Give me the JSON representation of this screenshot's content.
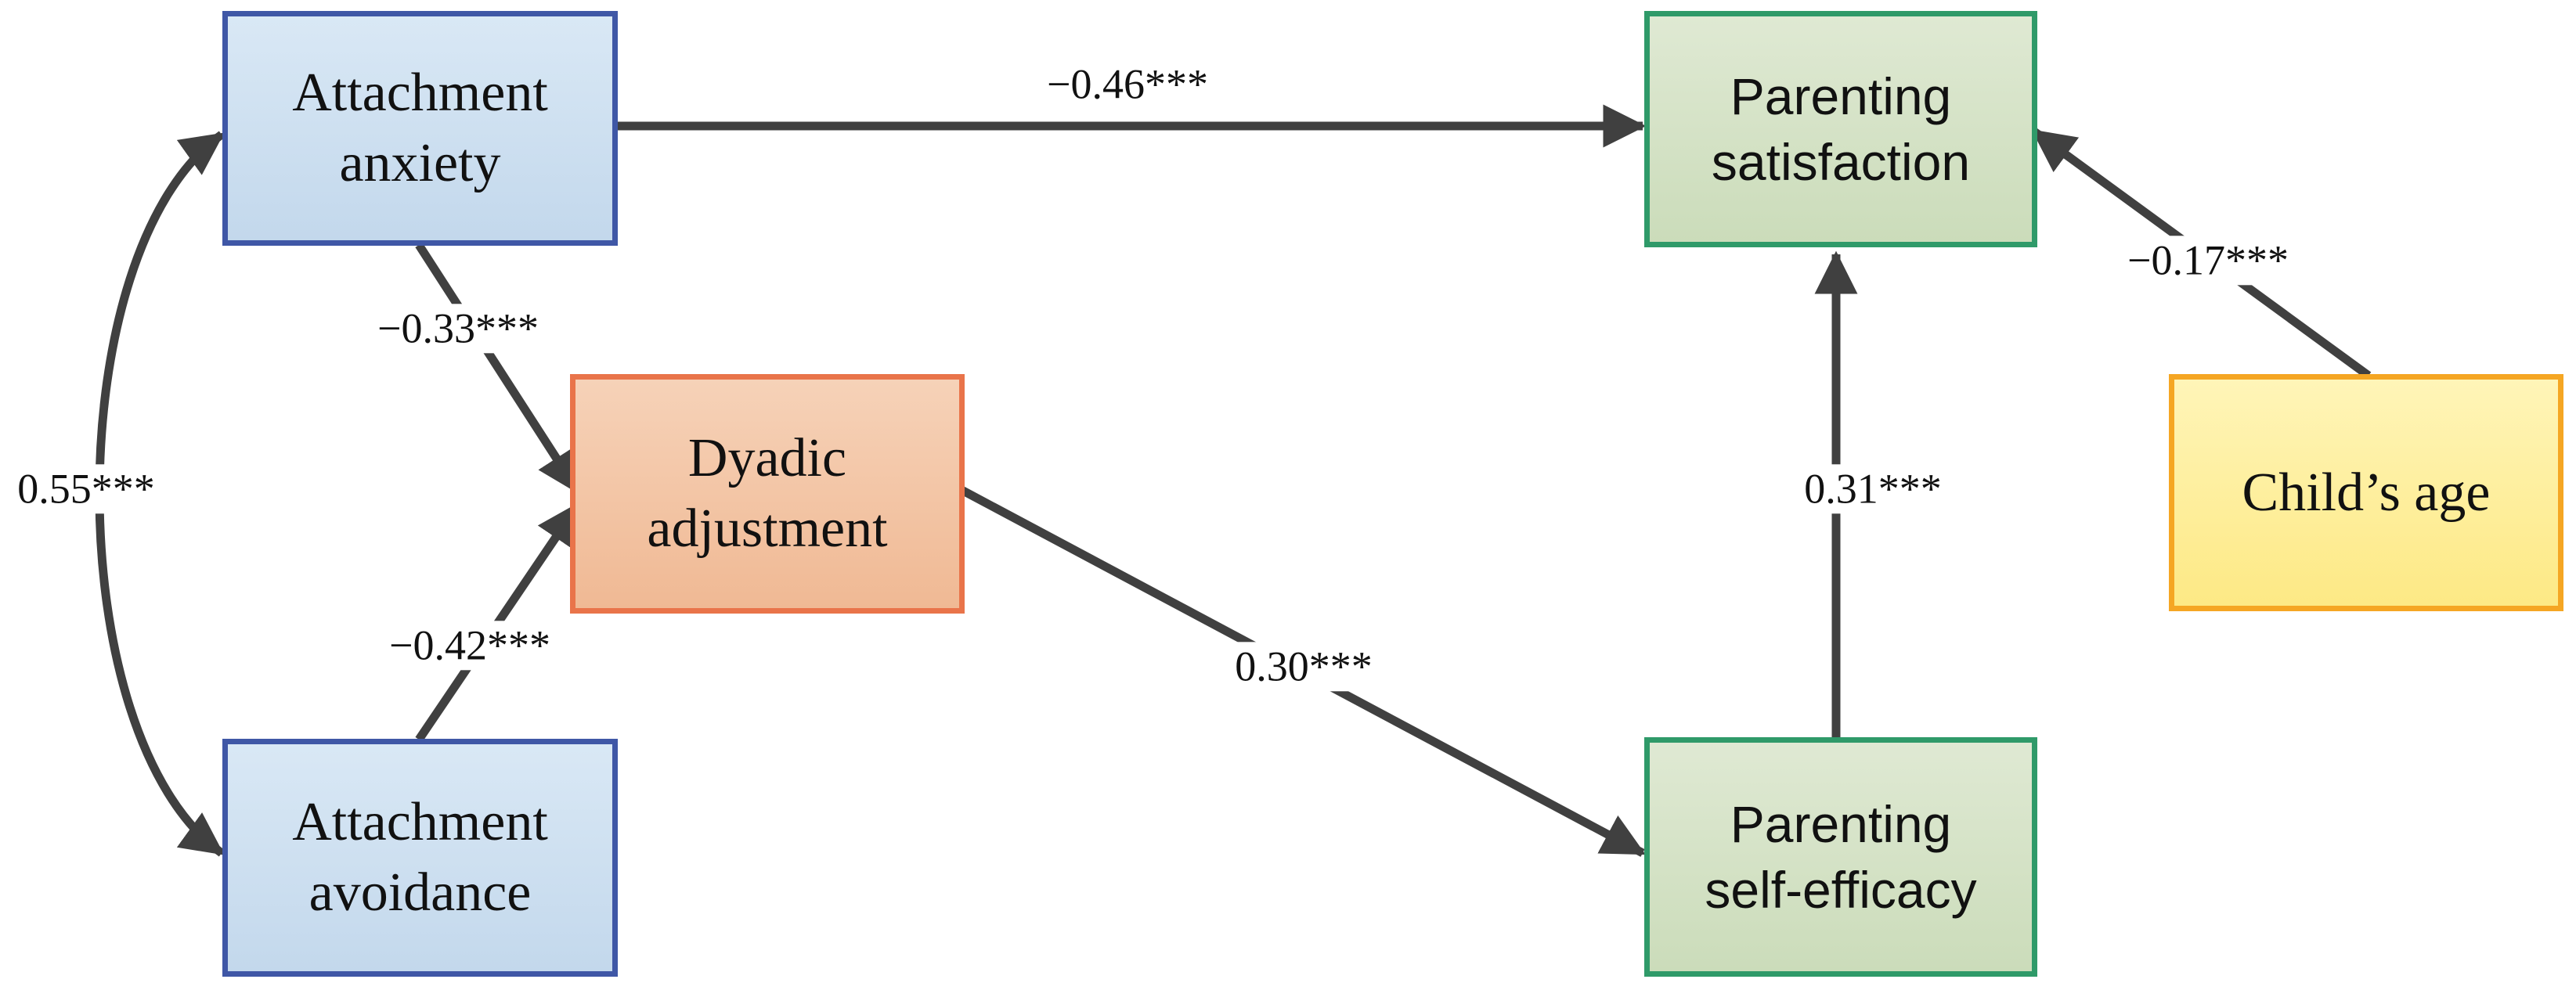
{
  "nodes": {
    "attachment_anxiety": {
      "lines": [
        "Attachment",
        "anxiety"
      ]
    },
    "attachment_avoidance": {
      "lines": [
        "Attachment",
        "avoidance"
      ]
    },
    "dyadic_adjustment": {
      "lines": [
        "Dyadic",
        "adjustment"
      ]
    },
    "parenting_satisfaction": {
      "lines": [
        "Parenting",
        "satisfaction"
      ]
    },
    "parenting_self_efficacy": {
      "lines": [
        "Parenting",
        "self-efficacy"
      ]
    },
    "childs_age": {
      "lines": [
        "Child’s age"
      ]
    }
  },
  "paths": {
    "anxiety_to_satisfaction": "−0.46***",
    "anxiety_to_dyadic": "−0.33***",
    "avoidance_to_dyadic": "−0.42***",
    "anxiety_avoidance_covariance": "0.55***",
    "dyadic_to_self_efficacy": "0.30***",
    "self_efficacy_to_satisfaction": "0.31***",
    "childs_age_to_satisfaction": "−0.17***"
  },
  "colors": {
    "arrow": "#404040",
    "blue_border": "#3f57a6",
    "orange_border": "#e9744a",
    "green_border": "#2f9a69",
    "yellow_border": "#f5a623"
  }
}
